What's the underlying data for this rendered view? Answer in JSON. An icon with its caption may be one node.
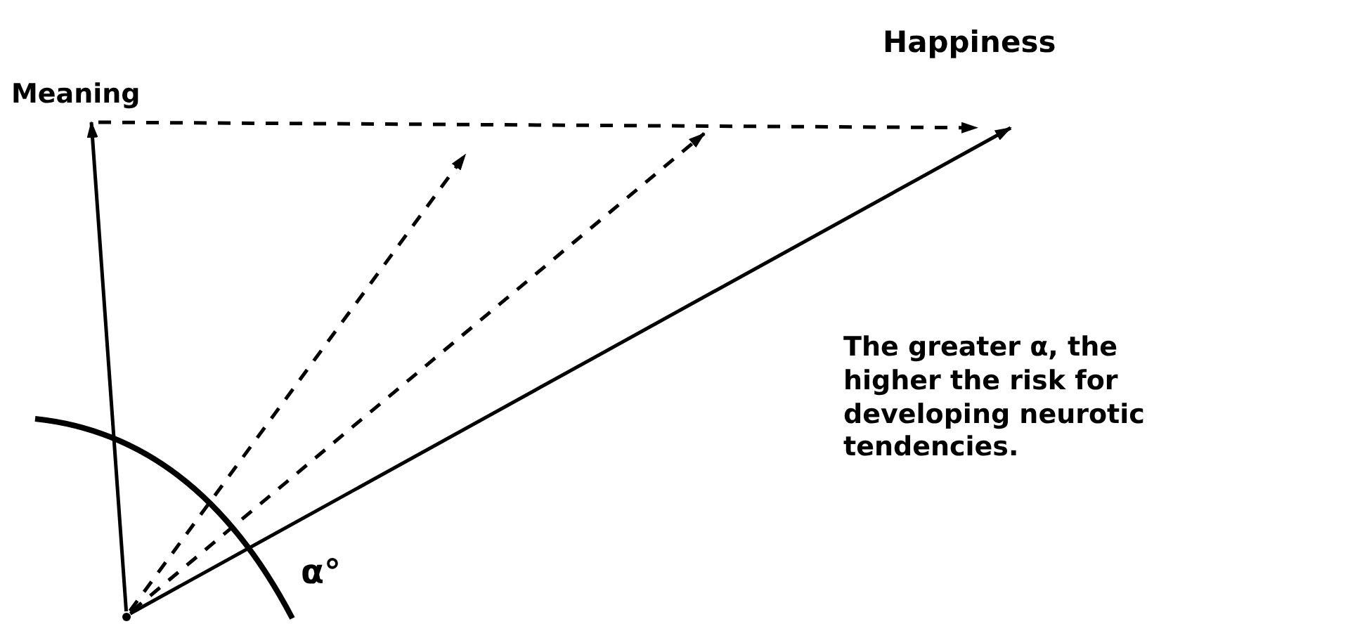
{
  "diagram": {
    "nodes": [
      {
        "text": [
          "Meaning"
        ]
      },
      {
        "text": [
          "Happiness"
        ]
      },
      {
        "text": [],
        "shape": "point"
      }
    ],
    "edges": [
      {
        "from": 2,
        "to": 0,
        "arrow": "to"
      },
      {
        "from": 2,
        "to": 1,
        "arrow": "to"
      },
      {
        "from": 0,
        "to": 1,
        "arrow": "to",
        "style": "dashed"
      },
      {
        "from": 2,
        "to": null,
        "arrow": "to",
        "style": "dashed"
      },
      {
        "from": 2,
        "to": null,
        "arrow": "to",
        "style": "dashed"
      }
    ],
    "labels": [
      "The greater α, the higher the risk for developing neurotic tendencies.",
      "α°"
    ]
  }
}
